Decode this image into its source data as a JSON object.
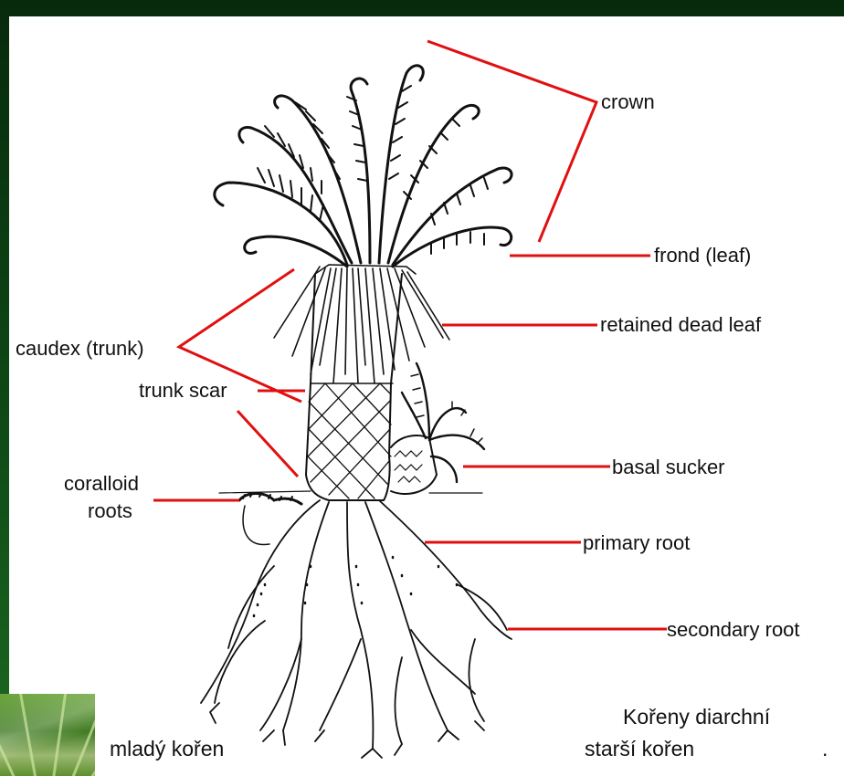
{
  "labels": {
    "crown": "crown",
    "frond": "frond (leaf)",
    "retained_dead_leaf": "retained dead leaf",
    "caudex": "caudex (trunk)",
    "trunk_scar": "trunk scar",
    "basal_sucker": "basal sucker",
    "coralloid_line1": "coralloid",
    "coralloid_line2": "roots",
    "primary_root": "primary root",
    "secondary_root": "secondary root"
  },
  "captions": {
    "young_root": "mladý kořen",
    "older_root": "starší kořen",
    "older_root_period": ".",
    "roots_title": "Kořeny diarchní"
  },
  "colors": {
    "leader_line": "#e11010",
    "ink": "#111111",
    "frame": "#0c3a12"
  },
  "icons": {
    "thumbnail": "palm-leaves-photo"
  }
}
